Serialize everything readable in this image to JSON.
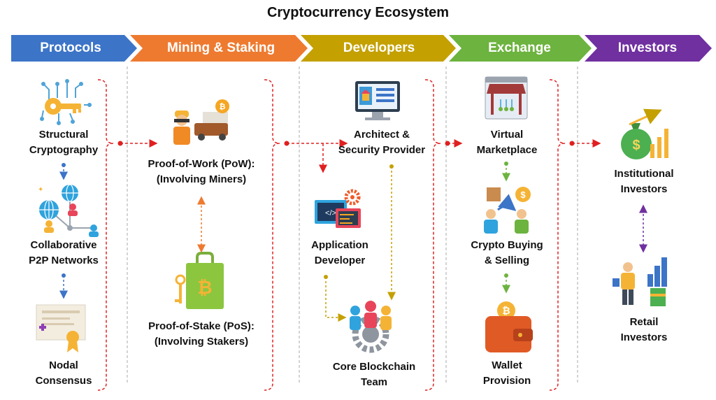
{
  "title": "Cryptocurrency Ecosystem",
  "stages": [
    {
      "label": "Protocols",
      "color": "#3C74C8"
    },
    {
      "label": "Mining & Staking",
      "color": "#EE7A30"
    },
    {
      "label": "Developers",
      "color": "#C4A000"
    },
    {
      "label": "Exchange",
      "color": "#6DB33F"
    },
    {
      "label": "Investors",
      "color": "#7030A0"
    }
  ],
  "nodes": {
    "structural_crypto": [
      "Structural",
      "Cryptography"
    ],
    "p2p": [
      "Collaborative",
      "P2P Networks"
    ],
    "nodal": [
      "Nodal",
      "Consensus"
    ],
    "pow": [
      "Proof-of-Work (PoW):",
      "(Involving Miners)"
    ],
    "pos": [
      "Proof-of-Stake (PoS):",
      "(Involving Stakers)"
    ],
    "architect": [
      "Architect &",
      "Security Provider"
    ],
    "app_dev": [
      "Application",
      "Developer"
    ],
    "core": [
      "Core Blockchain",
      "Team"
    ],
    "marketplace": [
      "Virtual",
      "Marketplace"
    ],
    "buying": [
      "Crypto Buying",
      "& Selling"
    ],
    "wallet": [
      "Wallet",
      "Provision"
    ],
    "institutional": [
      "Institutional",
      "Investors"
    ],
    "retail": [
      "Retail",
      "Investors"
    ]
  },
  "icons": {
    "structural_crypto": "key-circuit-icon",
    "p2p": "network-globes-icon",
    "nodal": "certificate-icon",
    "pow": "miner-cart-icon",
    "pos": "bitcoin-lock-icon",
    "architect": "monitor-dashboard-icon",
    "app_dev": "code-devices-icon",
    "core": "team-gear-icon",
    "marketplace": "market-stall-icon",
    "buying": "trade-exchange-icon",
    "wallet": "bitcoin-wallet-icon",
    "institutional": "money-bag-growth-icon",
    "retail": "investor-chart-icon"
  },
  "colors": {
    "red_connector": "#E02020",
    "blue_connector": "#3C74C8",
    "orange_connector": "#EE7A30",
    "gold_connector": "#C4A000",
    "green_connector": "#6DB33F",
    "purple_connector": "#7030A0",
    "divider": "#AAAAAA"
  }
}
